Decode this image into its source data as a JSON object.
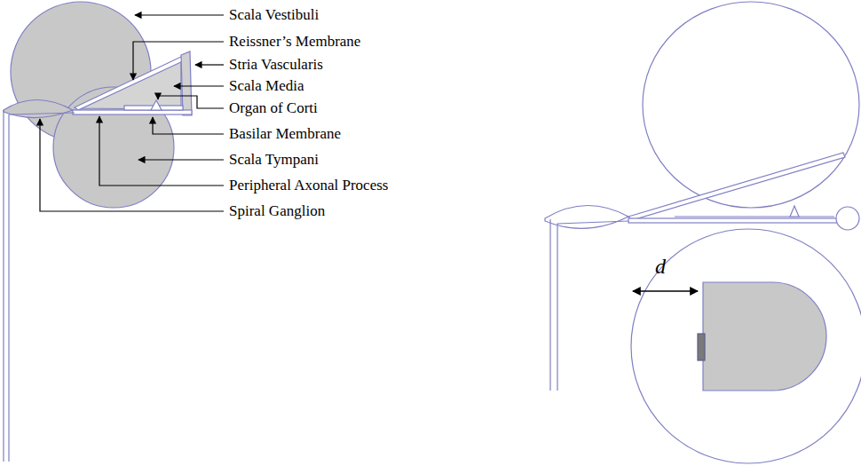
{
  "diagram": {
    "labels": [
      "Scala Vestibuli",
      "Reissner’s Membrane",
      "Stria Vascularis",
      "Scala Media",
      "Organ of Corti",
      "Basilar Membrane",
      "Scala Tympani",
      "Peripheral Axonal Process",
      "Spiral Ganglion",
      "d"
    ]
  }
}
